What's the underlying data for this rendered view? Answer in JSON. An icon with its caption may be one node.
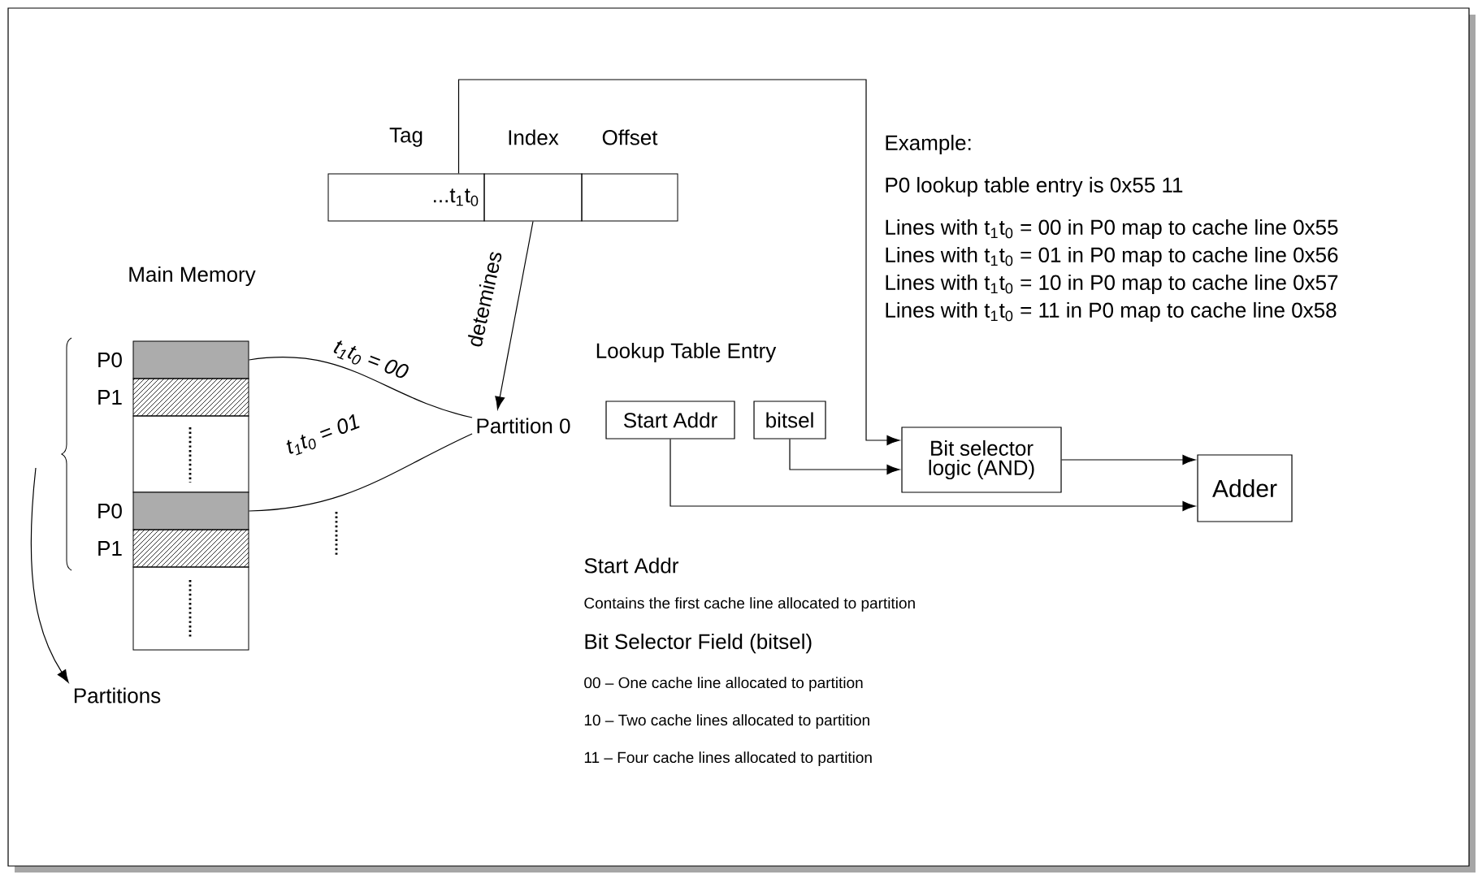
{
  "diagram": {
    "nodes": [
      {
        "text": [
          "Tag",
          "...t$_{1}$t$_{0}$"
        ]
      },
      {
        "text": [
          "Index"
        ]
      },
      {
        "text": [
          "Offset"
        ]
      },
      {
        "text": [],
        "shape": "box",
        "beside": [
          "P0"
        ]
      },
      {
        "text": [],
        "shape": "box",
        "beside": [
          "P1"
        ]
      },
      {
        "text": [],
        "shape": "box",
        "beside": [
          "P0"
        ]
      },
      {
        "text": [],
        "shape": "box",
        "beside": [
          "P1"
        ]
      },
      {
        "text": [
          "Partition 0"
        ]
      },
      {
        "text": [
          "Start Addr"
        ]
      },
      {
        "text": [
          "bitsel"
        ]
      },
      {
        "text": [
          "Bit selector logic (AND)"
        ]
      },
      {
        "text": [
          "Adder"
        ]
      },
      {
        "text": [
          "Partitions"
        ]
      }
    ],
    "edges": [
      {
        "from": 1,
        "to": 7,
        "arrow": "to",
        "label": "detemines"
      },
      {
        "from": 3,
        "to": 7,
        "arrow": "none",
        "label": "t$_{1}$t$_{0}$ = 00"
      },
      {
        "from": 5,
        "to": 7,
        "arrow": "none",
        "label": "t$_{1}$t$_{0}$ = 01"
      },
      {
        "from": 0,
        "to": 10,
        "arrow": "to"
      },
      {
        "from": 9,
        "to": 10,
        "arrow": "to"
      },
      {
        "from": 8,
        "to": 11,
        "arrow": "to"
      },
      {
        "from": 10,
        "to": 11,
        "arrow": "to"
      },
      {
        "from": null,
        "to": 12,
        "arrow": "to"
      }
    ],
    "labels": [
      "Main Memory",
      "Lookup Table Entry",
      "Example:",
      "P0 lookup table entry is 0x55 11",
      "Lines with t$_{1}$t$_{0}$ = 00 in P0 map to cache line 0x55",
      "Lines with t$_{1}$t$_{0}$ = 01 in P0 map to cache line 0x56",
      "Lines with t$_{1}$t$_{0}$ = 10 in P0 map to cache line 0x57",
      "Lines with t$_{1}$t$_{0}$ = 11 in P0 map to cache line 0x58",
      "Start Addr",
      "Contains the first cache line allocated to partition",
      "Bit Selector Field (bitsel)",
      "00 – One cache line allocated to partition",
      "10 – Two cache lines allocated to partition",
      "11 – Four cache lines allocated to partition"
    ]
  }
}
